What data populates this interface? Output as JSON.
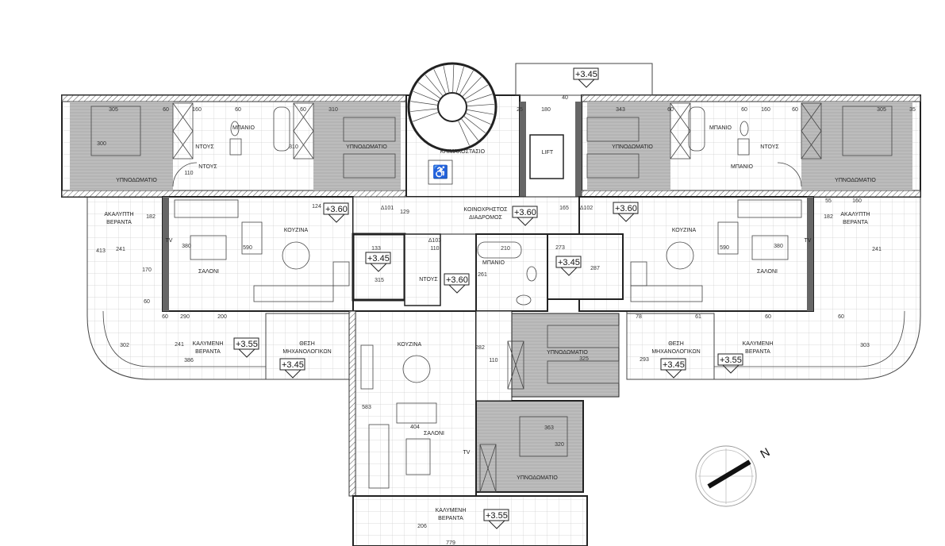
{
  "plan": {
    "rooms": [
      "ΥΠΝΟΔΩΜΑΤΙΟ",
      "ΝΤΟΥΣ",
      "ΜΠΑΝΙΟ",
      "ΥΠΝΟΔΩΜΑΤΙΟ",
      "ΚΛΙΜΑΚΟΣΤΑΣΙΟ",
      "LIFT",
      "ΥΠΝΟΔΩΜΑΤΙΟ",
      "ΜΠΑΝΙΟ",
      "ΝΤΟΥΣ",
      "ΥΠΝΟΔΩΜΑΤΙΟ",
      "ΑΚΑΛΥΠΤΗ",
      "ΒΕΡΑΝΤΑ",
      "ΣΑΛΟΝΙ",
      "ΚΟΥΖΙΝΑ",
      "ΚΟΙΝΟΧΡΗΣΤΟΣ",
      "ΔΙΑΔΡΟΜΟΣ",
      "ΚΟΥΖΙΝΑ",
      "ΣΑΛΟΝΙ",
      "ΑΚΑΛΥΠΤΗ",
      "ΒΕΡΑΝΤΑ",
      "ΜΠΑΝΙΟ",
      "ΝΤΟΥΣ",
      "ΚΑΛΥΜΕΝΗ",
      "ΒΕΡΑΝΤΑ",
      "ΘΕΣΗ",
      "ΜΗΧΑΝΟΛΟΓΙΚΩΝ",
      "ΚΟΥΖΙΝΑ",
      "ΥΠΝΟΔΩΜΑΤΙΟ",
      "ΘΕΣΗ",
      "ΜΗΧΑΝΟΛΟΓΙΚΩΝ",
      "ΚΑΛΥΜΕΝΗ",
      "ΒΕΡΑΝΤΑ",
      "ΣΑΛΟΝΙ",
      "ΥΠΝΟΔΩΜΑΤΙΟ",
      "ΚΑΛΥΜΕΝΗ",
      "ΒΕΡΑΝΤΑ",
      "TV",
      "TV",
      "TV",
      "ΝΤΟΥΣ",
      "ΜΠΑΝΙΟ"
    ],
    "levels": [
      "+3.45",
      "+3.60",
      "+3.60",
      "+3.60",
      "+3.45",
      "+3.60",
      "+3.45",
      "+3.55",
      "+3.45",
      "+3.45",
      "+3.55",
      "+3.55"
    ],
    "dimensions": [
      "305",
      "60",
      "160",
      "60",
      "60",
      "310",
      "300",
      "310",
      "110",
      "25",
      "180",
      "40",
      "343",
      "60",
      "60",
      "160",
      "60",
      "305",
      "35",
      "182",
      "241",
      "413",
      "380",
      "590",
      "170",
      "60",
      "124",
      "129",
      "Δ101",
      "Δ102",
      "Δ103",
      "110",
      "133",
      "210",
      "273",
      "315",
      "261",
      "287",
      "165",
      "60",
      "290",
      "200",
      "78",
      "61",
      "241",
      "386",
      "302",
      "303",
      "282",
      "110",
      "325",
      "363",
      "320",
      "404",
      "583",
      "206",
      "779",
      "293",
      "55",
      "160",
      "241",
      "60",
      "60",
      "590",
      "380",
      "182"
    ],
    "compass_label": "N"
  }
}
